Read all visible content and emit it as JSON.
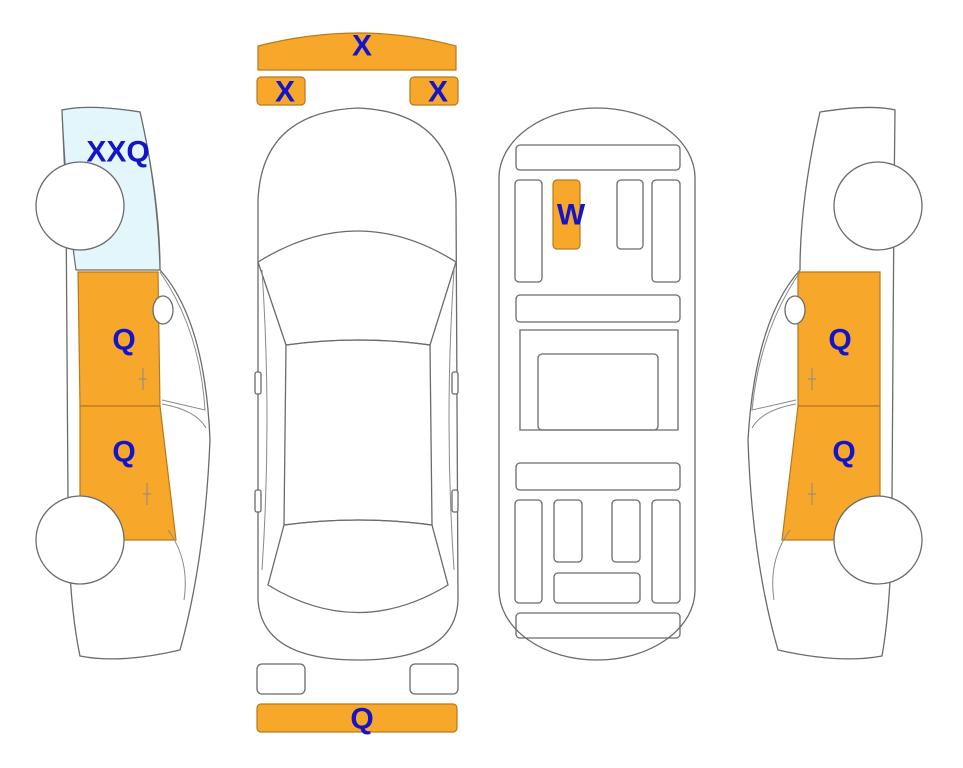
{
  "colors": {
    "damage_fill": "#f7a82a",
    "damage_stroke": "#b7791d",
    "glass_tint": "#e2f6fb",
    "outline": "#6b6b6b",
    "label": "#1414c8"
  },
  "labels": {
    "front_bumper": "X",
    "left_headlight": "X",
    "right_headlight": "X",
    "left_windshield": "XXQ",
    "left_front_door": "Q",
    "left_rear_door": "Q",
    "floor_panel": "W",
    "right_front_door": "Q",
    "right_rear_door": "Q",
    "rear_bumper": "Q"
  }
}
